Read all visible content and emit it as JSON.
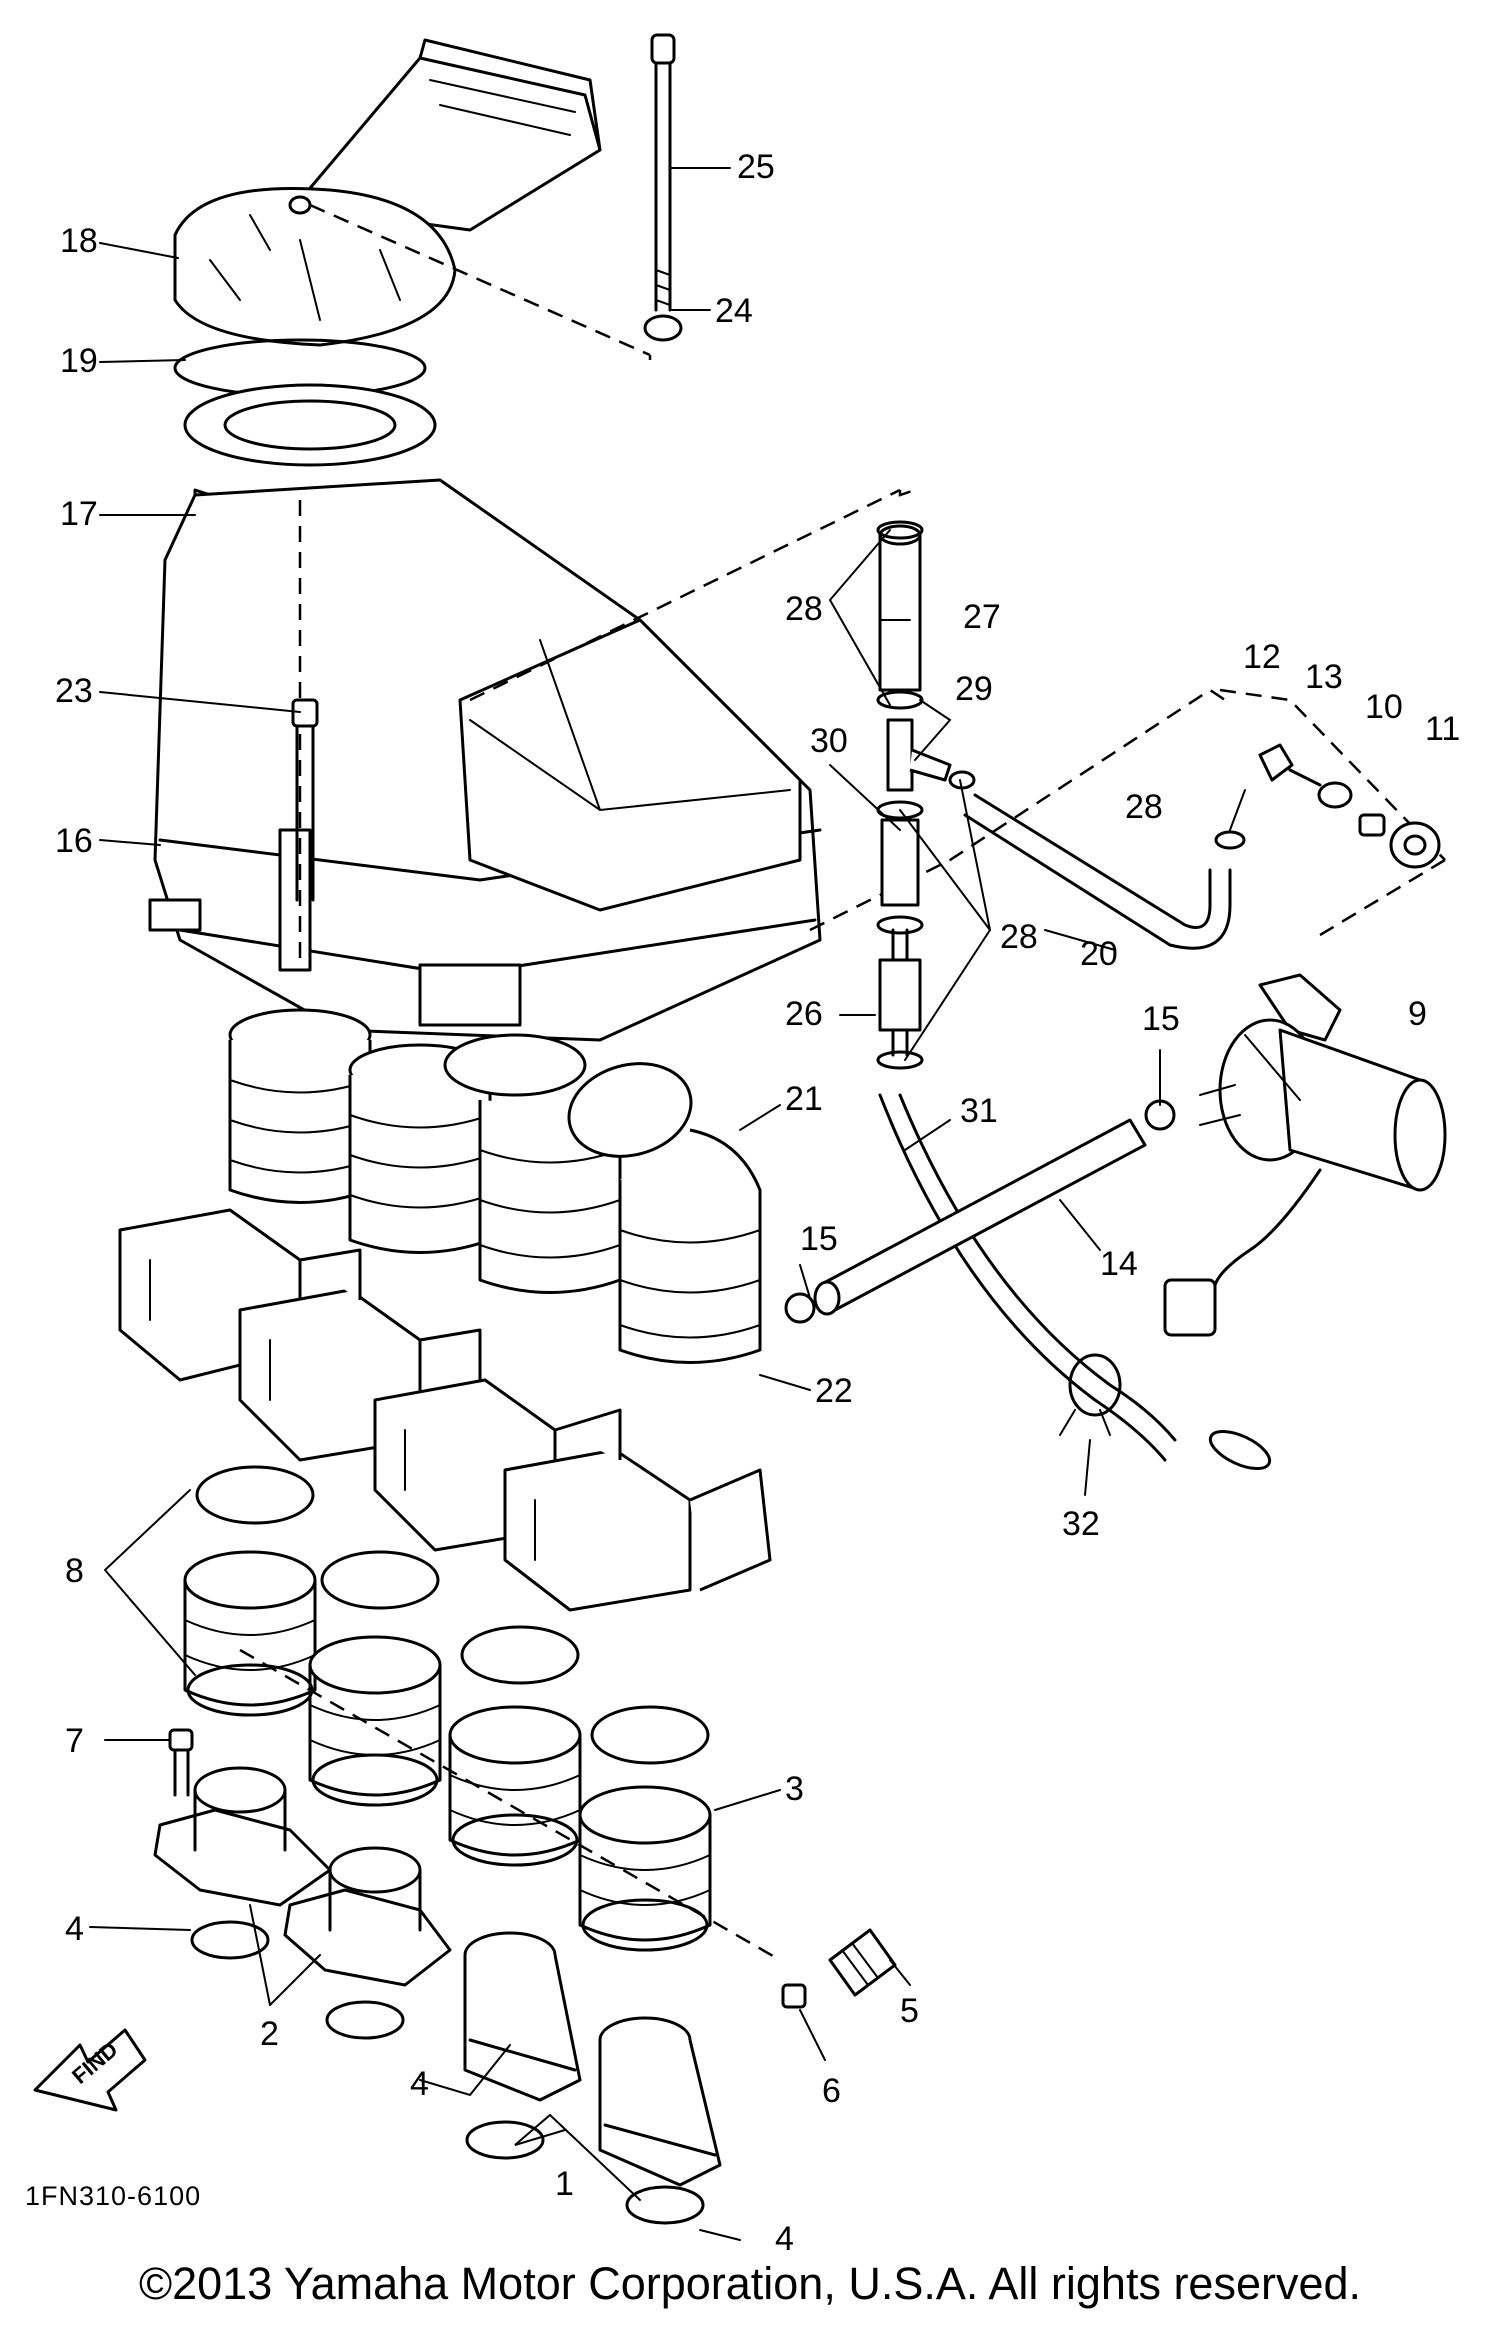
{
  "diagram": {
    "callouts": {
      "c1": "1",
      "c2": "2",
      "c3": "3",
      "c4a": "4",
      "c4b": "4",
      "c4c": "4",
      "c5": "5",
      "c6": "6",
      "c7": "7",
      "c8": "8",
      "c9": "9",
      "c10": "10",
      "c11": "11",
      "c12": "12",
      "c13": "13",
      "c14": "14",
      "c15a": "15",
      "c15b": "15",
      "c16": "16",
      "c17": "17",
      "c18": "18",
      "c19": "19",
      "c20": "20",
      "c21": "21",
      "c22": "22",
      "c23": "23",
      "c24": "24",
      "c25": "25",
      "c26": "26",
      "c27": "27",
      "c28a": "28",
      "c28b": "28",
      "c28c": "28",
      "c29": "29",
      "c30": "30",
      "c31": "31",
      "c32": "32"
    },
    "find_label": "FIND",
    "part_code": "1FN310-6100",
    "copyright": "©2013 Yamaha Motor Corporation, U.S.A. All rights reserved."
  }
}
